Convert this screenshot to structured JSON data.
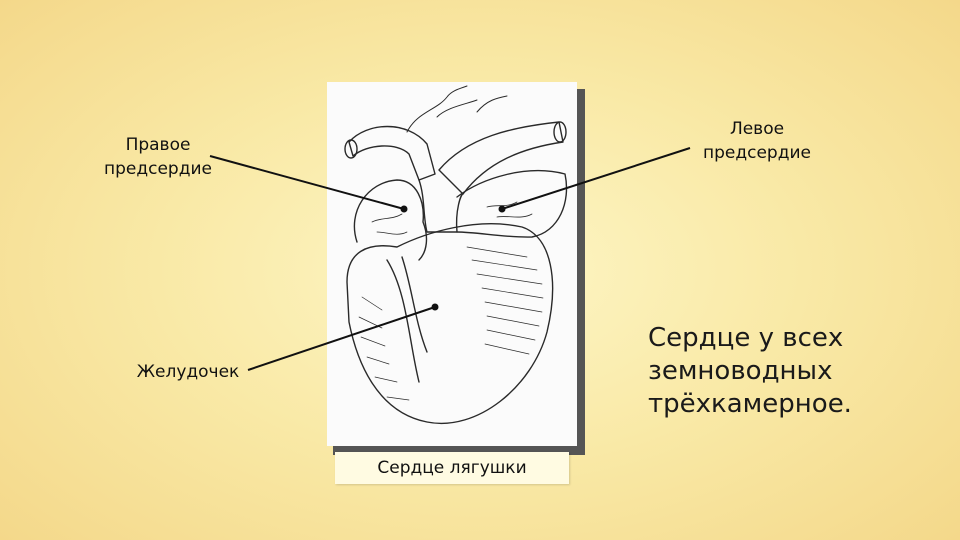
{
  "slide": {
    "labels": {
      "right_atrium": [
        "Правое",
        "предсердие"
      ],
      "left_atrium": [
        "Левое",
        "предсердие"
      ],
      "ventricle": "Желудочек"
    },
    "caption": "Сердце лягушки",
    "statement": [
      "Сердце у всех",
      "земноводных",
      "трёхкамерное."
    ]
  }
}
